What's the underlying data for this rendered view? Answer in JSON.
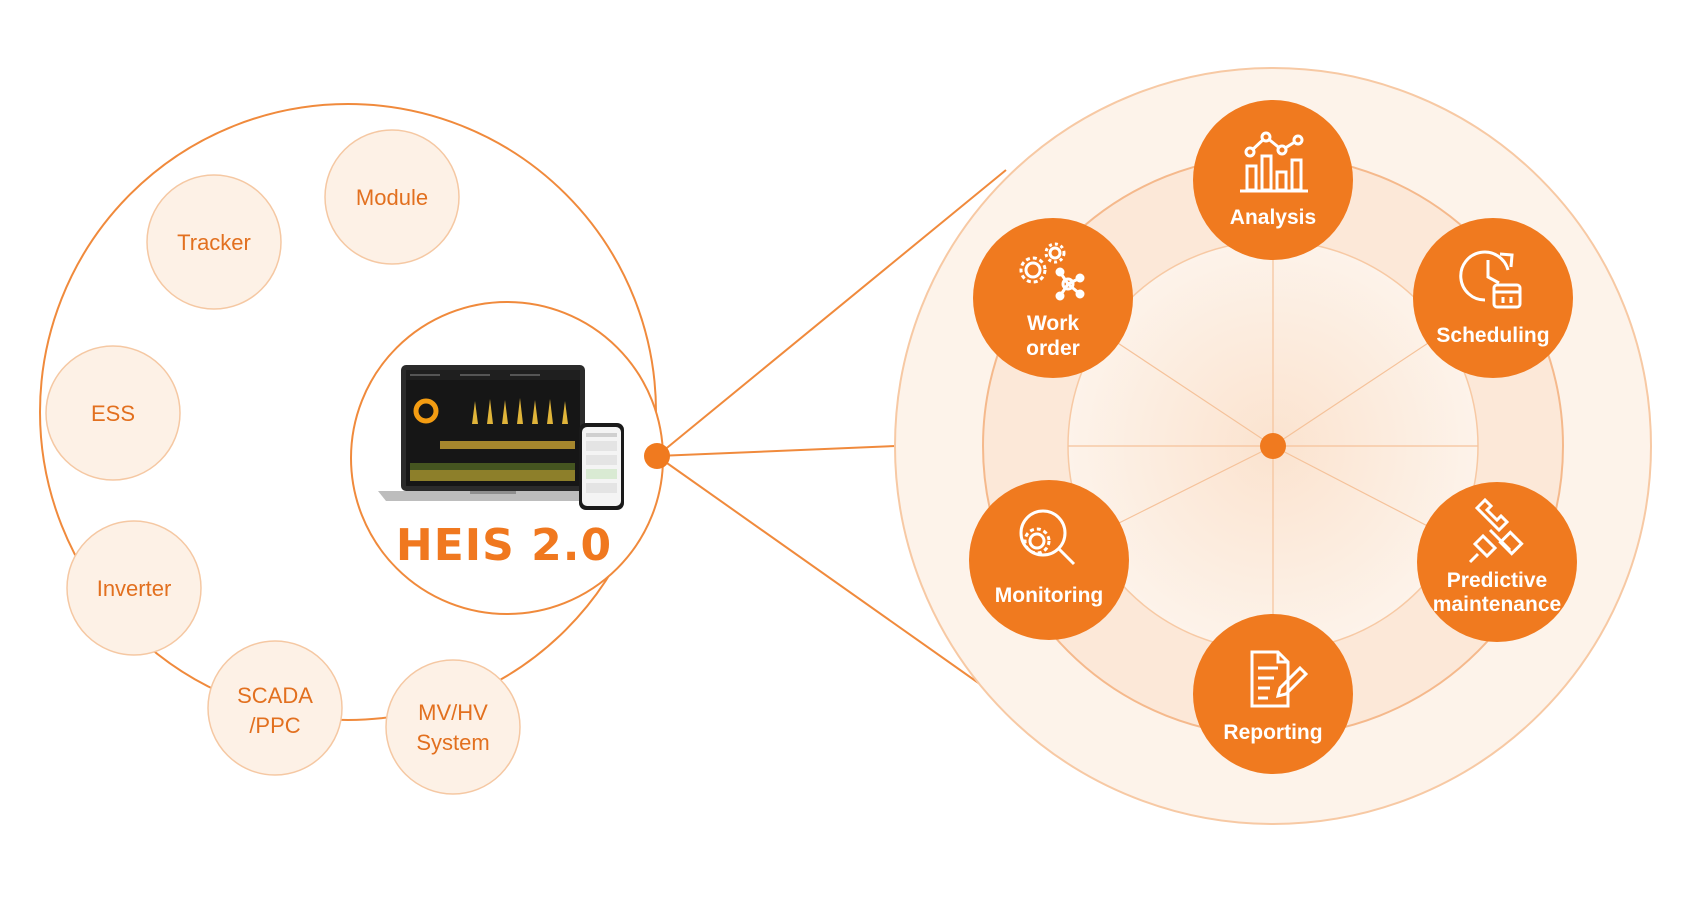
{
  "colors": {
    "accent": "#f0781f",
    "accent_dark": "#e2701f",
    "soft_fill": "#fdf1e6",
    "line": "#f08a3c"
  },
  "hub": {
    "title": "HEIS 2.0"
  },
  "integrations": [
    {
      "lines": [
        "Module"
      ]
    },
    {
      "lines": [
        "Tracker"
      ]
    },
    {
      "lines": [
        "ESS"
      ]
    },
    {
      "lines": [
        "Inverter"
      ]
    },
    {
      "lines": [
        "SCADA",
        "/PPC"
      ]
    },
    {
      "lines": [
        "MV/HV",
        "System"
      ]
    }
  ],
  "functions": [
    {
      "lines": [
        "Analysis"
      ],
      "icon": "analysis-chart-icon"
    },
    {
      "lines": [
        "Scheduling"
      ],
      "icon": "clock-calendar-icon"
    },
    {
      "lines": [
        "Predictive",
        "maintenance"
      ],
      "icon": "wrench-plug-icon"
    },
    {
      "lines": [
        "Reporting"
      ],
      "icon": "document-pen-icon"
    },
    {
      "lines": [
        "Monitoring"
      ],
      "icon": "magnifier-gear-icon"
    },
    {
      "lines": [
        "Work",
        "order"
      ],
      "icon": "gears-network-icon"
    }
  ]
}
